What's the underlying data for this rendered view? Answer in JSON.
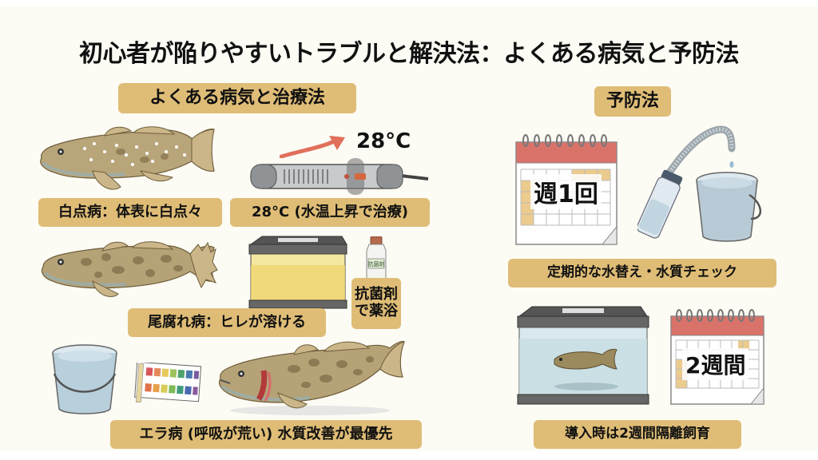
{
  "title": "初心者が陥りやすいトラブルと解決法：よくある病気と予防法",
  "colors": {
    "background": "#fcfbf4",
    "label_bg": "#dfbd76",
    "text": "#111111",
    "calendar_header": "#d9736a",
    "arrow": "#e0705a"
  },
  "left_section": {
    "header": "よくある病気と治療法",
    "diseases": [
      {
        "caption": "白点病：体表に白点々",
        "treatment_caption": "28°C (水温上昇で治療)",
        "heater_temp": "28°C",
        "icons": [
          "fish-with-white-spots-icon",
          "aquarium-heater-icon",
          "arrow-up-icon"
        ]
      },
      {
        "caption": "尾腐れ病：ヒレが溶ける",
        "treatment_caption": "抗菌剤\nで薬浴",
        "treatment_line1": "抗菌剤",
        "treatment_line2": "で薬浴",
        "bottle_label": "抗菌剤",
        "icons": [
          "fish-with-rotting-fins-icon",
          "yellow-medicated-tank-icon",
          "medicine-bottle-icon"
        ]
      },
      {
        "caption": "エラ病 (呼吸が荒い) 水質改善が最優先",
        "icons": [
          "bucket-icon",
          "ph-test-strip-icon",
          "fish-with-red-gills-icon"
        ]
      }
    ]
  },
  "right_section": {
    "header": "予防法",
    "items": [
      {
        "calendar_text": "週1回",
        "caption": "定期的な水替え・水質チェック",
        "icons": [
          "calendar-icon",
          "siphon-hose-icon",
          "bucket-icon"
        ]
      },
      {
        "calendar_text": "2週間",
        "caption": "導入時は2週間隔離飼育",
        "icons": [
          "quarantine-tank-icon",
          "calendar-icon"
        ]
      }
    ]
  }
}
